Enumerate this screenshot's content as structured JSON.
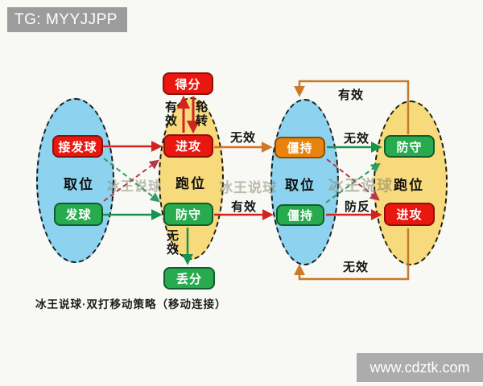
{
  "header": {
    "tg": "TG: MYYJJPP"
  },
  "site_badge": {
    "url": "www.cdztk.com"
  },
  "caption": "冰王说球·双打移动策略（移动连接）",
  "watermark": "冰王说球",
  "colors": {
    "box_red": "#e81810",
    "box_green": "#27ab4e",
    "box_orange": "#e8830e",
    "ellipse_blue": "#8dd2ee",
    "ellipse_yellow": "#f6da7c",
    "arrow_red": "#cf2420",
    "arrow_green": "#16934c",
    "arrow_orange": "#cd7a26",
    "arrow_dashed_red": "#b5394a",
    "arrow_dashed_green": "#2f9d63"
  },
  "ellipses": [
    {
      "label": "取位"
    },
    {
      "label": "跑位"
    },
    {
      "label": "取位"
    },
    {
      "label": "跑位"
    }
  ],
  "nodes": {
    "receive": "接发球",
    "serve": "发球",
    "score": "得分",
    "attack_left": "进攻",
    "defend_left": "防守",
    "lose": "丢分",
    "stalemate_top": "僵持",
    "stalemate_bottom": "僵持",
    "defend_right": "防守",
    "attack_right": "进攻"
  },
  "edge_labels": {
    "effective_up": "有效",
    "rotate_down": "轮转",
    "ineffective_mid": "无效",
    "effective_mid": "有效",
    "ineffective_down": "无效",
    "ineffective_right": "无效",
    "counter_attack": "防反",
    "effective_loop": "有效",
    "ineffective_loop": "无效"
  }
}
